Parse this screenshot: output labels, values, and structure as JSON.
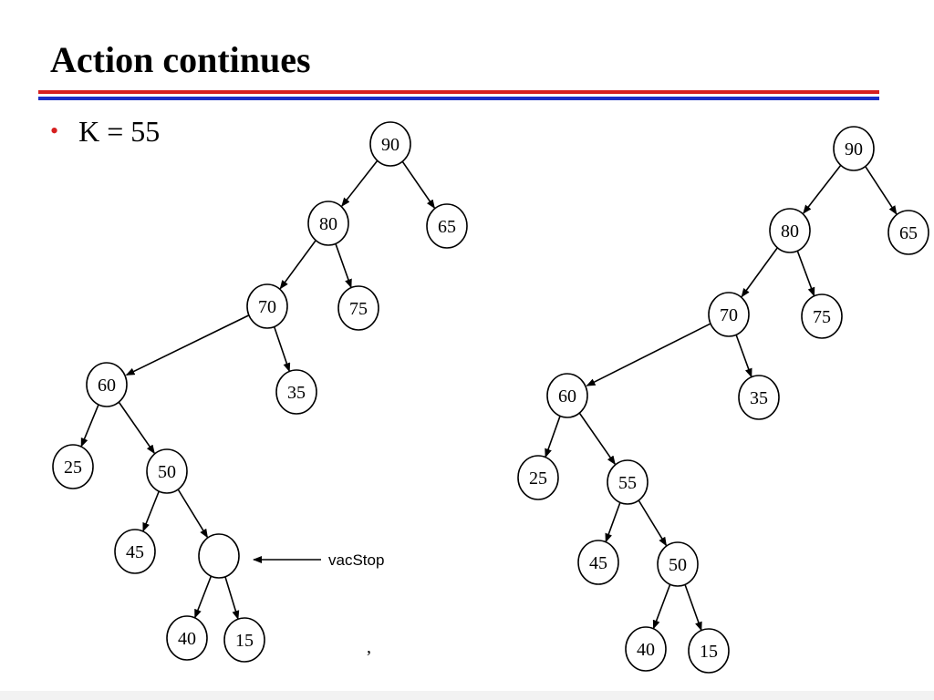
{
  "slide": {
    "title": "Action continues",
    "bullet": "K = 55",
    "pointer_label": "vacStop",
    "stray_mark": ","
  },
  "colors": {
    "rule_top": "#d62020",
    "rule_bottom": "#1b2fc6",
    "bullet": "#d62020"
  },
  "diagram": {
    "left_tree": [
      "90",
      "80",
      "65",
      "70",
      "75",
      "60",
      "35",
      "25",
      "50",
      "45",
      "",
      "40",
      "15"
    ],
    "right_tree": [
      "90",
      "80",
      "65",
      "70",
      "75",
      "60",
      "35",
      "25",
      "55",
      "45",
      "50",
      "40",
      "15"
    ]
  }
}
